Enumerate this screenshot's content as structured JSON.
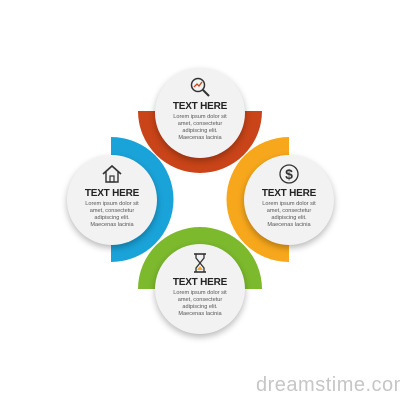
{
  "colors": {
    "top": "#c94418",
    "right": "#f7a71b",
    "bottom": "#7cb92d",
    "left": "#1aa3d9",
    "circle": "#f2f2f2"
  },
  "items": [
    {
      "position": "top",
      "icon": "search-chart-icon",
      "heading": "TEXT HERE",
      "body": [
        "Lorem ipsum dolor sit",
        "amet, consectetur",
        "adipiscing elit.",
        "Maecenas lacinia"
      ]
    },
    {
      "position": "right",
      "icon": "dollar-icon",
      "heading": "TEXT HERE",
      "body": [
        "Lorem ipsum dolor sit",
        "amet, consectetur",
        "adipiscing elit.",
        "Maecenas lacinia"
      ]
    },
    {
      "position": "bottom",
      "icon": "hourglass-icon",
      "heading": "TEXT HERE",
      "body": [
        "Lorem ipsum dolor sit",
        "amet, consectetur",
        "adipiscing elit.",
        "Maecenas lacinia"
      ]
    },
    {
      "position": "left",
      "icon": "house-icon",
      "heading": "TEXT HERE",
      "body": [
        "Lorem ipsum dolor sit",
        "amet, consectetur",
        "adipiscing elit.",
        "Maecenas lacinia"
      ]
    }
  ],
  "watermark": "dreamstime.com"
}
